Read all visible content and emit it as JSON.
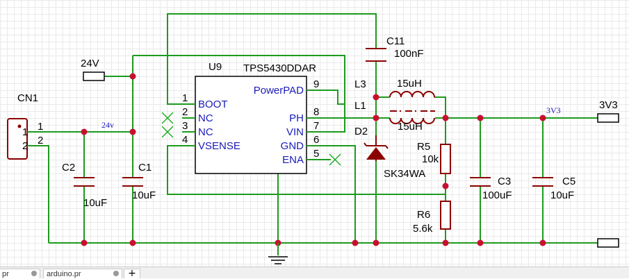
{
  "schematic": {
    "connector": {
      "ref": "CN1",
      "pin1": "1",
      "pin2": "2"
    },
    "ic": {
      "ref": "U9",
      "part": "TPS5430DDAR",
      "left_pins": [
        {
          "num": "1",
          "name": "BOOT"
        },
        {
          "num": "2",
          "name": "NC"
        },
        {
          "num": "3",
          "name": "NC"
        },
        {
          "num": "4",
          "name": "VSENSE"
        }
      ],
      "right_pins": [
        {
          "num": "9",
          "name": "PowerPAD"
        },
        {
          "num": "8",
          "name": "PH"
        },
        {
          "num": "7",
          "name": "VIN"
        },
        {
          "num": "6",
          "name": "GND"
        },
        {
          "num": "5",
          "name": "ENA"
        }
      ]
    },
    "ports": {
      "in": "24V",
      "out": "3V3"
    },
    "net_labels": {
      "in": "24v",
      "out": "3V3"
    },
    "c2": {
      "ref": "C2",
      "value": "10uF"
    },
    "c1": {
      "ref": "C1",
      "value": "10uF"
    },
    "c11": {
      "ref": "C11",
      "value": "100nF"
    },
    "l3": {
      "ref": "L3",
      "value": "15uH"
    },
    "l1": {
      "ref": "L1",
      "value": "15uH"
    },
    "d2": {
      "ref": "D2",
      "value": "SK34WA"
    },
    "r5": {
      "ref": "R5",
      "value": "10k"
    },
    "r6": {
      "ref": "R6",
      "value": "5.6k"
    },
    "c3": {
      "ref": "C3",
      "value": "100uF"
    },
    "c5": {
      "ref": "C5",
      "value": "10uF"
    }
  },
  "tabs": [
    {
      "label": "pr"
    },
    {
      "label": "arduino.pr"
    }
  ],
  "colors": {
    "wire": "#1d9a1d",
    "junction": "#c8102e",
    "pin_name": "#1a1ab8",
    "component": "#8b0000"
  }
}
